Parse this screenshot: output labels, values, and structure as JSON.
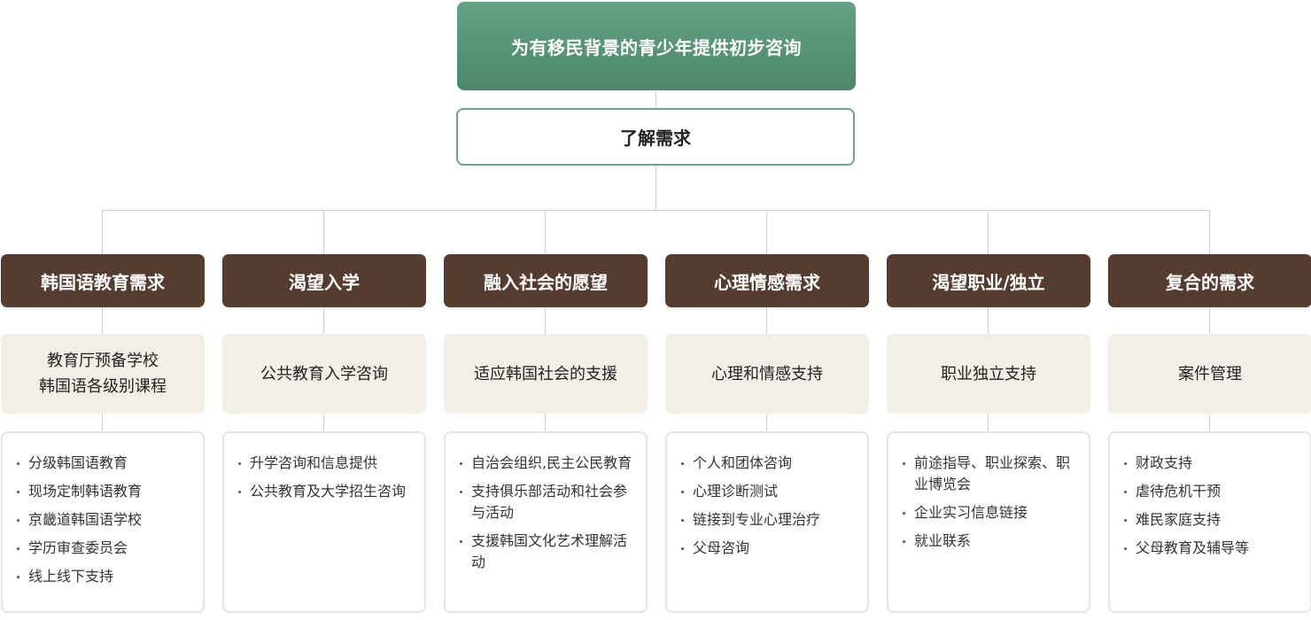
{
  "top": {
    "title": "为有移民背景的青少年提供初步咨询"
  },
  "needs": {
    "title": "了解需求"
  },
  "columns": [
    {
      "category": "韩国语教育需求",
      "service": [
        "教育厅预备学校",
        "韩国语各级别课程"
      ],
      "items": [
        "分级韩国语教育",
        "现场定制韩语教育",
        "京畿道韩国语学校",
        "学历审查委员会",
        "线上线下支持"
      ]
    },
    {
      "category": "渴望入学",
      "service": [
        "公共教育入学咨询"
      ],
      "items": [
        "升学咨询和信息提供",
        "公共教育及大学招生咨询"
      ]
    },
    {
      "category": "融入社会的愿望",
      "service": [
        "适应韩国社会的支援"
      ],
      "items": [
        "自治会组织,民主公民教育",
        "支持俱乐部活动和社会参与活动",
        "支援韩国文化艺术理解活动"
      ]
    },
    {
      "category": "心理情感需求",
      "service": [
        "心理和情感支持"
      ],
      "items": [
        "个人和团体咨询",
        "心理诊断测试",
        "链接到专业心理治疗",
        "父母咨询"
      ]
    },
    {
      "category": "渴望职业/独立",
      "service": [
        "职业独立支持"
      ],
      "items": [
        "前途指导、职业探索、职业博览会",
        "企业实习信息链接",
        "就业联系"
      ]
    },
    {
      "category": "复合的需求",
      "service": [
        "案件管理"
      ],
      "items": [
        "财政支持",
        "虐待危机干预",
        "难民家庭支持",
        "父母教育及辅导等"
      ]
    }
  ]
}
